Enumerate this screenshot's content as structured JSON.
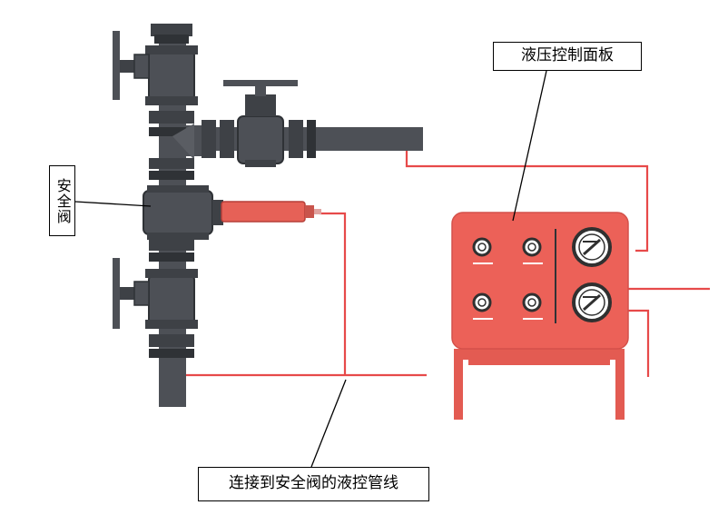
{
  "labels": {
    "panel": "液压控制面板",
    "safety_valve": "安全阀",
    "control_line": "连接到安全阀的液控管线"
  },
  "colors": {
    "pipe": "#4d5056",
    "pipe_dark": "#2f3236",
    "flange": "#3e4146",
    "hydraulic_line": "#e74a4a",
    "panel": "#ec6158",
    "panel_frame": "#e35b52",
    "actuator": "#e66157",
    "gauge_face": "#ffffff",
    "gauge_ring": "#303030"
  },
  "panel": {
    "small_gauges": 4,
    "large_gauges": 2
  }
}
